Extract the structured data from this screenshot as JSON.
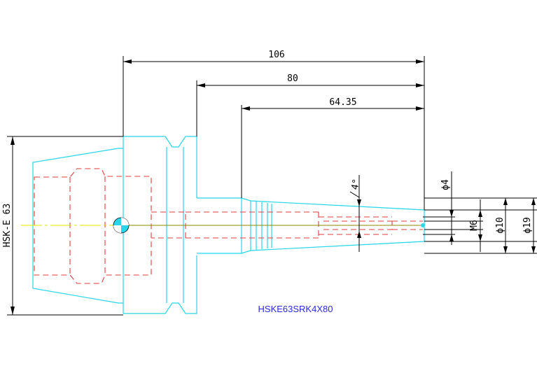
{
  "dimensions": {
    "overall_length": "106",
    "shank_length": "80",
    "taper_length": "64.35",
    "angle": "4°",
    "hole_dia": "ϕ4",
    "thread": "M6",
    "dia_10": "ϕ10",
    "dia_19": "ϕ19",
    "interface": "HSK-E 63"
  },
  "model_label": "HSKE63SRK4X80",
  "colors": {
    "outline": "#27d6e8",
    "hidden_lines": "#e23b3b",
    "centerline": "#e6e600",
    "dimensions": "#000000",
    "model_label": "#2b2bd9"
  }
}
